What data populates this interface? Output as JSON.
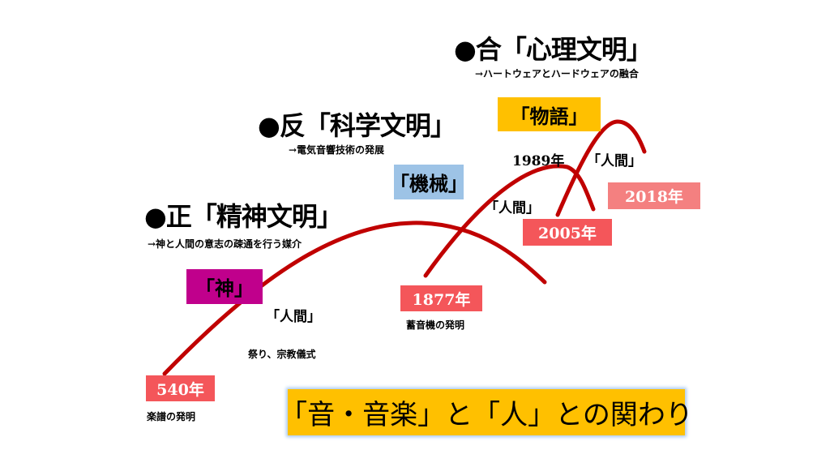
{
  "headings": {
    "synthesis": {
      "title": "●合「心理文明」",
      "note": "→ハートウェアとハードウェアの融合"
    },
    "antithesis": {
      "title": "●反「科学文明」",
      "note": "→電気音響技術の発展"
    },
    "thesis": {
      "title": "●正「精神文明」",
      "note": "→神と人間の意志の疎通を行う媒介"
    }
  },
  "phases": {
    "story": "「物語」",
    "machine": "「機械」",
    "god": "「神」"
  },
  "human_labels": [
    "「人間」",
    "「人間」",
    "「人間」"
  ],
  "years": {
    "y540": {
      "label": "540年",
      "caption": "楽譜の発明"
    },
    "y1877": {
      "label": "1877年",
      "caption": "蓄音機の発明"
    },
    "y1989": {
      "label": "1989年"
    },
    "y2005": {
      "label": "2005年"
    },
    "y2018": {
      "label": "2018年"
    }
  },
  "notes": {
    "rituals": "祭り、宗教儀式"
  },
  "title": "「音・音楽」と「人」との関わり",
  "colors": {
    "curve": "#c00000",
    "story": "#ffc000",
    "machine": "#9dc3e6",
    "god": "#c0008c",
    "year": "#f4565a",
    "year_light": "#f48080",
    "title_bg": "#ffc000"
  }
}
